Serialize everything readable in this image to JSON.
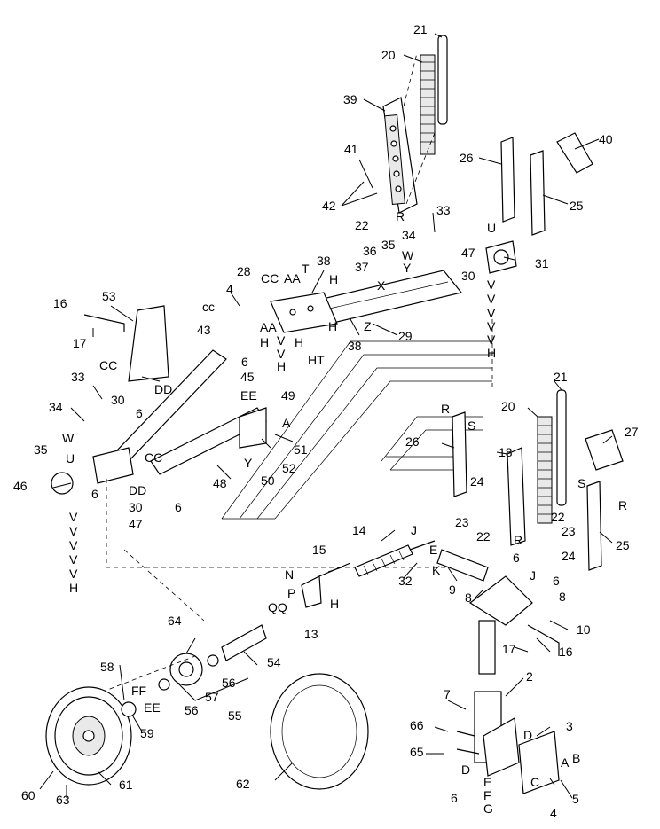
{
  "figure": {
    "type": "exploded parts diagram",
    "callouts": [
      {
        "id": "c-21a",
        "text": "21"
      },
      {
        "id": "c-20a",
        "text": "20"
      },
      {
        "id": "c-39",
        "text": "39"
      },
      {
        "id": "c-41",
        "text": "41"
      },
      {
        "id": "c-42",
        "text": "42"
      },
      {
        "id": "c-22a",
        "text": "22"
      },
      {
        "id": "c-Ra",
        "text": "R"
      },
      {
        "id": "c-40",
        "text": "40"
      },
      {
        "id": "c-26a",
        "text": "26"
      },
      {
        "id": "c-25a",
        "text": "25"
      },
      {
        "id": "c-33a",
        "text": "33"
      },
      {
        "id": "c-34a",
        "text": "34"
      },
      {
        "id": "c-Ua",
        "text": "U"
      },
      {
        "id": "c-35a",
        "text": "35"
      },
      {
        "id": "c-Wa",
        "text": "W"
      },
      {
        "id": "c-36",
        "text": "36"
      },
      {
        "id": "c-Ya",
        "text": "Y"
      },
      {
        "id": "c-47a",
        "text": "47"
      },
      {
        "id": "c-31",
        "text": "31"
      },
      {
        "id": "c-37",
        "text": "37"
      },
      {
        "id": "c-Xa",
        "text": "X"
      },
      {
        "id": "c-30a",
        "text": "30"
      },
      {
        "id": "c-38a",
        "text": "38"
      },
      {
        "id": "c-28",
        "text": "28"
      },
      {
        "id": "c-CCa",
        "text": "CC"
      },
      {
        "id": "c-AAa",
        "text": "AA"
      },
      {
        "id": "c-T",
        "text": "T"
      },
      {
        "id": "c-Ha",
        "text": "H"
      },
      {
        "id": "c-4a",
        "text": "4"
      },
      {
        "id": "c-cc",
        "text": "cc"
      },
      {
        "id": "c-Hb",
        "text": "H"
      },
      {
        "id": "c-Z",
        "text": "Z"
      },
      {
        "id": "c-29",
        "text": "29"
      },
      {
        "id": "c-38b",
        "text": "38"
      },
      {
        "id": "c-43",
        "text": "43"
      },
      {
        "id": "c-AAb",
        "text": "AA"
      },
      {
        "id": "c-Hc",
        "text": "H"
      },
      {
        "id": "c-Va",
        "text": "V"
      },
      {
        "id": "c-Hd",
        "text": "H"
      },
      {
        "id": "c-6a",
        "text": "6"
      },
      {
        "id": "c-Vb",
        "text": "V"
      },
      {
        "id": "c-He",
        "text": "H"
      },
      {
        "id": "c-HT",
        "text": "HT"
      },
      {
        "id": "c-53",
        "text": "53"
      },
      {
        "id": "c-16a",
        "text": "16"
      },
      {
        "id": "c-17a",
        "text": "17"
      },
      {
        "id": "c-CCb",
        "text": "CC"
      },
      {
        "id": "c-33b",
        "text": "33"
      },
      {
        "id": "c-DDa",
        "text": "DD"
      },
      {
        "id": "c-45",
        "text": "45"
      },
      {
        "id": "c-EE",
        "text": "EE"
      },
      {
        "id": "c-49",
        "text": "49"
      },
      {
        "id": "c-30b",
        "text": "30"
      },
      {
        "id": "c-34b",
        "text": "34"
      },
      {
        "id": "c-6b",
        "text": "6"
      },
      {
        "id": "c-Ab",
        "text": "A"
      },
      {
        "id": "c-Wb",
        "text": "W"
      },
      {
        "id": "c-51",
        "text": "51"
      },
      {
        "id": "c-35b",
        "text": "35"
      },
      {
        "id": "c-CCc",
        "text": "CC"
      },
      {
        "id": "c-Yb",
        "text": "Y"
      },
      {
        "id": "c-52",
        "text": "52"
      },
      {
        "id": "c-Ub",
        "text": "U"
      },
      {
        "id": "c-50",
        "text": "50"
      },
      {
        "id": "c-46",
        "text": "46"
      },
      {
        "id": "c-6c",
        "text": "6"
      },
      {
        "id": "c-DDb",
        "text": "DD"
      },
      {
        "id": "c-48",
        "text": "48"
      },
      {
        "id": "c-30c",
        "text": "30"
      },
      {
        "id": "c-6d",
        "text": "6"
      },
      {
        "id": "c-47b",
        "text": "47"
      },
      {
        "id": "c-Vc",
        "text": "V"
      },
      {
        "id": "c-Vd",
        "text": "V"
      },
      {
        "id": "c-Ve",
        "text": "V"
      },
      {
        "id": "c-Vf",
        "text": "V"
      },
      {
        "id": "c-Vg",
        "text": "V"
      },
      {
        "id": "c-Hf",
        "text": "H"
      },
      {
        "id": "c-Vh",
        "text": "V"
      },
      {
        "id": "c-Vi",
        "text": "V"
      },
      {
        "id": "c-Vj",
        "text": "V"
      },
      {
        "id": "c-Vk",
        "text": "V"
      },
      {
        "id": "c-Vl",
        "text": "V"
      },
      {
        "id": "c-Hg",
        "text": "H"
      },
      {
        "id": "c-21b",
        "text": "21"
      },
      {
        "id": "c-Rb",
        "text": "R"
      },
      {
        "id": "c-Sa",
        "text": "S"
      },
      {
        "id": "c-20b",
        "text": "20"
      },
      {
        "id": "c-26b",
        "text": "26"
      },
      {
        "id": "c-18",
        "text": "18"
      },
      {
        "id": "c-27",
        "text": "27"
      },
      {
        "id": "c-24a",
        "text": "24"
      },
      {
        "id": "c-Sb",
        "text": "S"
      },
      {
        "id": "c-23a",
        "text": "23"
      },
      {
        "id": "c-22b",
        "text": "22"
      },
      {
        "id": "c-Rc",
        "text": "R"
      },
      {
        "id": "c-22c",
        "text": "22"
      },
      {
        "id": "c-Rd",
        "text": "R"
      },
      {
        "id": "c-23b",
        "text": "23"
      },
      {
        "id": "c-25b",
        "text": "25"
      },
      {
        "id": "c-24b",
        "text": "24"
      },
      {
        "id": "c-14",
        "text": "14"
      },
      {
        "id": "c-Ja",
        "text": "J"
      },
      {
        "id": "c-15",
        "text": "15"
      },
      {
        "id": "c-E",
        "text": "E"
      },
      {
        "id": "c-6e",
        "text": "6"
      },
      {
        "id": "c-K",
        "text": "K"
      },
      {
        "id": "c-N",
        "text": "N"
      },
      {
        "id": "c-32",
        "text": "32"
      },
      {
        "id": "c-9",
        "text": "9"
      },
      {
        "id": "c-Jb",
        "text": "J"
      },
      {
        "id": "c-8a",
        "text": "8"
      },
      {
        "id": "c-6f",
        "text": "6"
      },
      {
        "id": "c-P",
        "text": "P"
      },
      {
        "id": "c-8b",
        "text": "8"
      },
      {
        "id": "c-QQ",
        "text": "QQ"
      },
      {
        "id": "c-Hh",
        "text": "H"
      },
      {
        "id": "c-10",
        "text": "10"
      },
      {
        "id": "c-13",
        "text": "13"
      },
      {
        "id": "c-17b",
        "text": "17"
      },
      {
        "id": "c-16b",
        "text": "16"
      },
      {
        "id": "c-64",
        "text": "64"
      },
      {
        "id": "c-54",
        "text": "54"
      },
      {
        "id": "c-58",
        "text": "58"
      },
      {
        "id": "c-56a",
        "text": "56"
      },
      {
        "id": "c-FF",
        "text": "FF"
      },
      {
        "id": "c-57",
        "text": "57"
      },
      {
        "id": "c-EEb",
        "text": "EE"
      },
      {
        "id": "c-56b",
        "text": "56"
      },
      {
        "id": "c-2",
        "text": "2"
      },
      {
        "id": "c-55",
        "text": "55"
      },
      {
        "id": "c-59",
        "text": "59"
      },
      {
        "id": "c-7",
        "text": "7"
      },
      {
        "id": "c-3",
        "text": "3"
      },
      {
        "id": "c-66",
        "text": "66"
      },
      {
        "id": "c-Da",
        "text": "D"
      },
      {
        "id": "c-Aa",
        "text": "A"
      },
      {
        "id": "c-B",
        "text": "B"
      },
      {
        "id": "c-65",
        "text": "65"
      },
      {
        "id": "c-Db",
        "text": "D"
      },
      {
        "id": "c-C",
        "text": "C"
      },
      {
        "id": "c-62",
        "text": "62"
      },
      {
        "id": "c-Ea",
        "text": "E"
      },
      {
        "id": "c-5",
        "text": "5"
      },
      {
        "id": "c-F",
        "text": "F"
      },
      {
        "id": "c-6g",
        "text": "6"
      },
      {
        "id": "c-4b",
        "text": "4"
      },
      {
        "id": "c-G",
        "text": "G"
      },
      {
        "id": "c-60",
        "text": "60"
      },
      {
        "id": "c-61",
        "text": "61"
      },
      {
        "id": "c-63",
        "text": "63"
      }
    ]
  }
}
